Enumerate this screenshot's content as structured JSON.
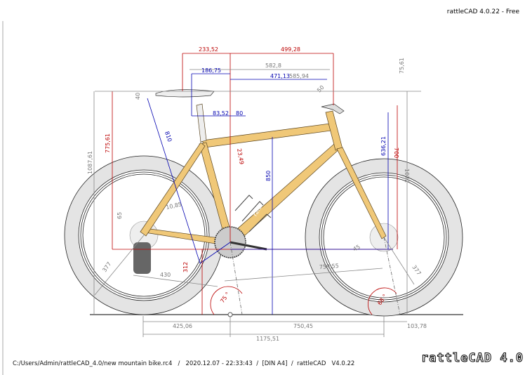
{
  "app_title": "rattleCAD  4.0.22 - Free",
  "footer": {
    "path": "C:/Users/Admin/rattleCAD_4.0/new mountain bike.rc4",
    "date": "2020.12.07 - 22:33:43",
    "format": "[DIN A4]",
    "app": "rattleCAD",
    "version": "V4.0.22"
  },
  "logo_text": "rattleCAD 4.0",
  "frame_decal": "rattleCAD",
  "colors": {
    "frame": "#f0c878",
    "dim_red": "#b00000",
    "dim_blue": "#0000b0",
    "dim_gray": "#777777",
    "tire": "#e4e4e4"
  },
  "dims": {
    "d233": "233,52",
    "d499": "499,28",
    "d582": "582,8",
    "d186": "186,75",
    "d471": "471,13",
    "d585": "585,94",
    "d75top": "75,61",
    "d40": "40",
    "d50": "50",
    "d83": "83,52",
    "d80": "80",
    "d23": "23,49",
    "d810": "810",
    "d775": "775,61",
    "d1087": "1087,61",
    "d850": "850",
    "d636": "636,21",
    "d700": "700",
    "d1072": "1072",
    "d10": "10,85",
    "d65": "65",
    "d45": "45",
    "d377l": "377",
    "d377r": "377",
    "d430": "430",
    "d312": "312",
    "d759": "759,55",
    "a75": "75 °",
    "a68": "68 °",
    "d425": "425,06",
    "d750": "750,45",
    "d103": "103,78",
    "d1175": "1175,51"
  }
}
